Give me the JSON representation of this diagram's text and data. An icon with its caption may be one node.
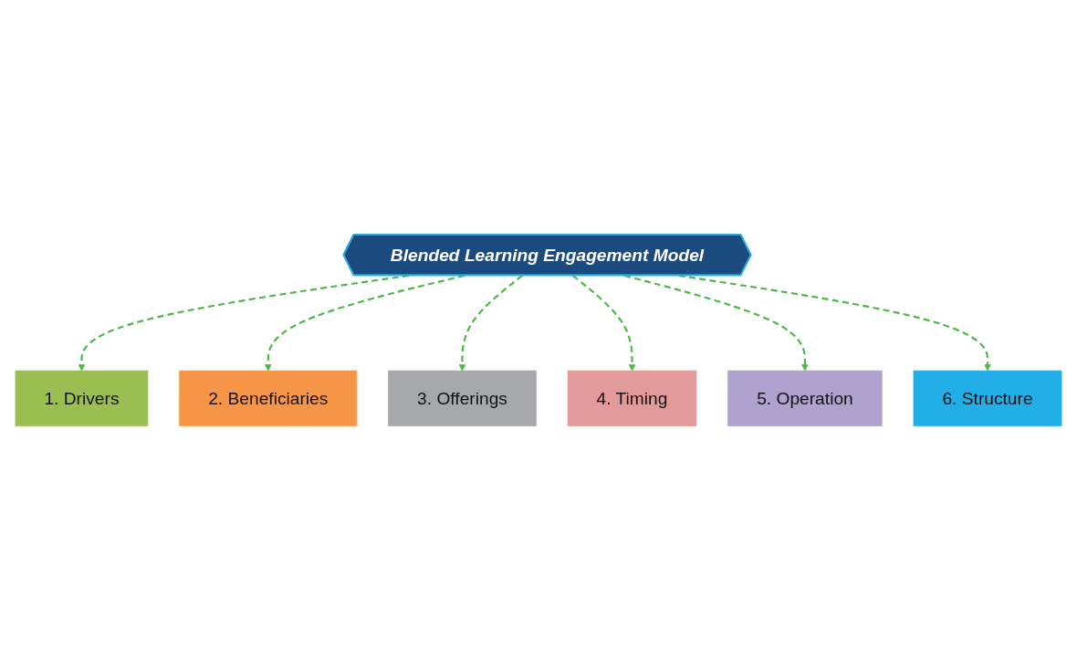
{
  "diagram": {
    "nodes": [
      {
        "text": [
          "Blended Learning Engagement Model"
        ]
      },
      {
        "text": [
          "1. Drivers"
        ]
      },
      {
        "text": [
          "2. Beneficiaries"
        ]
      },
      {
        "text": [
          "3. Offerings"
        ]
      },
      {
        "text": [
          "4. Timing"
        ]
      },
      {
        "text": [
          "5. Operation"
        ]
      },
      {
        "text": [
          "6. Structure"
        ]
      }
    ],
    "edges": [
      {
        "from": 0,
        "to": 1,
        "arrow": "to",
        "style": "dashed"
      },
      {
        "from": 0,
        "to": 2,
        "arrow": "to",
        "style": "dashed"
      },
      {
        "from": 0,
        "to": 3,
        "arrow": "to",
        "style": "dashed"
      },
      {
        "from": 0,
        "to": 4,
        "arrow": "to",
        "style": "dashed"
      },
      {
        "from": 0,
        "to": 5,
        "arrow": "to",
        "style": "dashed"
      },
      {
        "from": 0,
        "to": 6,
        "arrow": "to",
        "style": "dashed"
      }
    ]
  }
}
